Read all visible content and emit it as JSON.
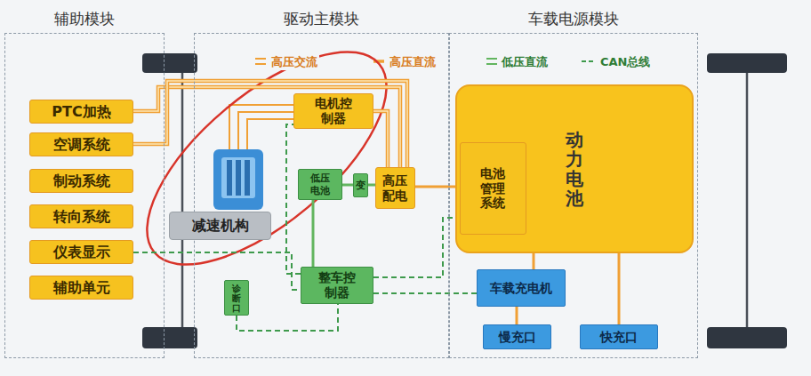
{
  "diagram": {
    "nodes": [
      {
        "text": [
          "辅助模块"
        ]
      },
      {
        "text": [
          "驱动主模块"
        ]
      },
      {
        "text": [
          "车载电源模块"
        ]
      },
      {
        "text": [
          "PTC加热"
        ],
        "in": 0
      },
      {
        "text": [
          "空调系统"
        ],
        "in": 0
      },
      {
        "text": [
          "制动系统"
        ],
        "in": 0
      },
      {
        "text": [
          "转向系统"
        ],
        "in": 0
      },
      {
        "text": [
          "仪表显示"
        ],
        "in": 0
      },
      {
        "text": [
          "辅助单元"
        ],
        "in": 0
      },
      {
        "text": [
          "电机控制器"
        ],
        "in": 1
      },
      {
        "text": [
          "低压电池"
        ],
        "in": 1
      },
      {
        "text": [
          "变"
        ],
        "in": 1
      },
      {
        "text": [
          "高压配电"
        ],
        "in": 1
      },
      {
        "text": [
          "减速机构"
        ],
        "in": 1
      },
      {
        "text": [
          "诊断口"
        ],
        "in": 1
      },
      {
        "text": [
          "整车控制器"
        ],
        "in": 1
      },
      {
        "text": [
          "动力电池"
        ],
        "in": 2
      },
      {
        "text": [
          "电池管理系统"
        ],
        "in": 16
      },
      {
        "text": [
          "车载充电机"
        ],
        "in": 2
      },
      {
        "text": [
          "慢充口"
        ],
        "in": 2
      },
      {
        "text": [
          "快充口"
        ],
        "in": 2
      }
    ],
    "edges": [
      {
        "from": 3,
        "to": 12,
        "arrow": "none"
      },
      {
        "from": 4,
        "to": 12,
        "arrow": "none"
      },
      {
        "from": 9,
        "to": 12,
        "arrow": "none"
      },
      {
        "from": 12,
        "to": 16,
        "arrow": "none"
      },
      {
        "from": 10,
        "to": 11,
        "arrow": "none"
      },
      {
        "from": 11,
        "to": 12,
        "arrow": "none"
      },
      {
        "from": 10,
        "to": 15,
        "arrow": "none"
      },
      {
        "from": 15,
        "to": 9,
        "arrow": "none"
      },
      {
        "from": 15,
        "to": 17,
        "arrow": "none"
      },
      {
        "from": 15,
        "to": 18,
        "arrow": "none"
      },
      {
        "from": 7,
        "to": 15,
        "arrow": "none"
      },
      {
        "from": 14,
        "to": 15,
        "arrow": "none"
      },
      {
        "from": 18,
        "to": 16,
        "arrow": "none"
      },
      {
        "from": 19,
        "to": 18,
        "arrow": "none"
      },
      {
        "from": 20,
        "to": 16,
        "arrow": "none"
      }
    ],
    "legend": [
      {
        "text": "高压交流"
      },
      {
        "text": "高压直流"
      },
      {
        "text": "低压直流"
      },
      {
        "text": "CAN总线"
      }
    ]
  }
}
